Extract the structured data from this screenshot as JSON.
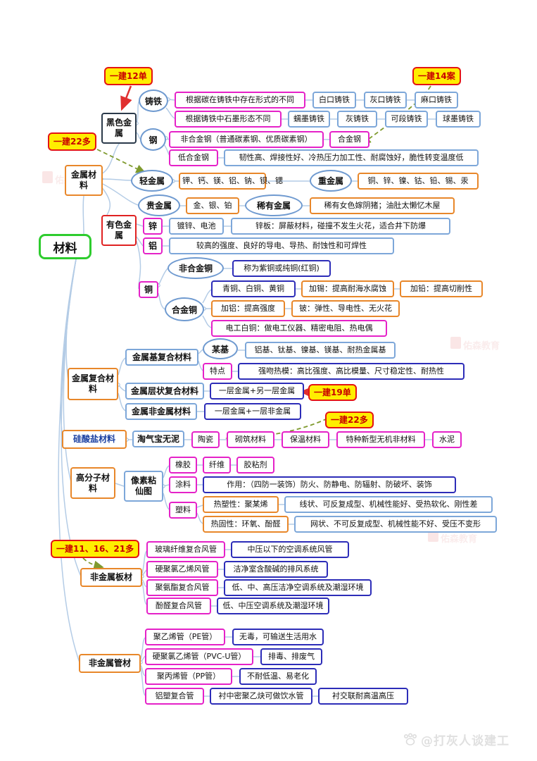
{
  "colors": {
    "magenta": "#e522c8",
    "blue_box": "#7da7d9",
    "dark_blue": "#2d2db8",
    "orange": "#e8872a",
    "callout_yellow": "#ffee00",
    "callout_red": "#e41414",
    "central_green": "#2ecc2e",
    "nonferrous_red": "#e02222",
    "dashed_olive": "#7f9a2e"
  },
  "watermark": {
    "handle": "@打灰人谈建工",
    "stamp": "佑森教育",
    "paw_icon": "paw-icon"
  },
  "n": {
    "central": "材料",
    "callout_12": "一建12单",
    "callout_14": "一建14案",
    "callout_22_top": "一建22多",
    "callout_19": "一建19单",
    "callout_22_mid": "一建22多",
    "callout_11_16_21": "一建11、16、21多",
    "black_metal": "黑色金属",
    "cast_iron": "铸铁",
    "ci_rule1": "根据碳在铸铁中存在形式的不同",
    "ci_white": "白口铸铁",
    "ci_gray_mouth": "灰口铸铁",
    "ci_ma": "麻口铸铁",
    "ci_rule2": "根据铸铁中石墨形态不同",
    "ci_ru": "蠕墨铸铁",
    "ci_gray": "灰铸铁",
    "ci_keduan": "可段铸铁",
    "ci_qiu": "球墨铸铁",
    "steel": "钢",
    "steel_non_alloy": "非合金钢（普通碳素钢、优质碳素钢）",
    "steel_alloy": "合金钢",
    "steel_low_alloy": "低合金钢",
    "steel_low_alloy_props": "韧性高、焊接性好、冷热压力加工性、耐腐蚀好，脆性转变温度低",
    "metal_material": "金属材料",
    "light_metal": "轻金属",
    "light_metal_items": "钾、钙、镁、铝、钠、钡、锶",
    "heavy_metal": "重金属",
    "heavy_metal_items": "铜、锌、镍、钴、铅、锡、汞",
    "precious_metal": "贵金属",
    "precious_items": "金、银、铂",
    "rare_metal": "稀有金属",
    "rare_mnemonic": "稀有女色嫁阴猪；油肚太懒忆木屋",
    "nonferrous": "有色金属",
    "zinc": "锌",
    "zinc_use": "镀锌、电池",
    "zinc_plate": "锌板：屏蔽材料，碰撞不发生火花，适合井下防爆",
    "aluminum": "铝",
    "aluminum_props": "较高的强度、良好的导电、导热、耐蚀性和可焊性",
    "copper": "铜",
    "copper_non_alloy": "非合金铜",
    "copper_pure": "称为紫铜或纯铜(红铜)",
    "copper_alloy": "合金铜",
    "copper_types": "青铜、白铜、黄铜",
    "add_tin": "加锡：提高耐海水腐蚀",
    "add_lead": "加铅：提高切削性",
    "add_al": "加铝：提高强度",
    "add_be": "铍：弹性、导电性、无火花",
    "copper_electric": "电工白铜：做电工仪器、精密电阻、热电偶",
    "metal_composite": "金属复合材料",
    "mmc": "金属基复合材料",
    "mmc_base": "某基",
    "mmc_bases": "铝基、钛基、镍基、镁基、耐热金属基",
    "mmc_feature": "特点",
    "mmc_feature_text": "强吻热模：高比强度、高比模量、尺寸稳定性、耐热性",
    "layered": "金属层状复合材料",
    "layered_def": "一层金属+另一层金属",
    "metal_nonmetal": "金属非金属材料",
    "metal_nonmetal_def": "一层金属+一层非金属",
    "silicate": "硅酸盐材料",
    "silicate_mnemonic": "淘气宝无泥",
    "ceramic": "陶瓷",
    "masonry": "砌筑材料",
    "insulation": "保温材料",
    "special_inorganic": "特种新型无机非材料",
    "cement": "水泥",
    "polymer": "高分子材料",
    "polymer_mnemonic": "像素粘仙图",
    "rubber": "橡胶",
    "fiber": "纤维",
    "adhesive": "胶粘剂",
    "coating": "涂料",
    "coating_use": "作用：（四防一装饰）防火、防静电、防辐射、防破坏、装饰",
    "plastic": "塑料",
    "thermoplastic": "热塑性：聚某烯",
    "thermoplastic_props": "线状、可反复成型、机械性能好、受热软化、刚性差",
    "thermoset": "热固性：环氧、酚醛",
    "thermoset_props": "网状、不可反复成型、机械性能不好、受压不变形",
    "nonmetal_sheet": "非金属板材",
    "duct_glass": "玻璃纤维复合风管",
    "duct_glass_use": "中压以下的空调系统风管",
    "duct_pvc": "硬聚氯乙烯风管",
    "duct_pvc_use": "洁净室含酸碱的排风系统",
    "duct_pu": "聚氨酯复合风管",
    "duct_pu_use": "低、中、高压洁净空调系统及潮湿环境",
    "duct_phenolic": "酚醛复合风管",
    "duct_phenolic_use": "低、中压空调系统及潮湿环境",
    "nonmetal_pipe": "非金属管材",
    "pipe_pe": "聚乙烯管（PE管）",
    "pipe_pe_use": "无毒，可输送生活用水",
    "pipe_pvcu": "硬聚氯乙烯管（PVC-U管）",
    "pipe_pvcu_use": "排毒、排废气",
    "pipe_pp": "聚丙烯管（PP管）",
    "pipe_pp_use": "不耐低温、易老化",
    "pipe_alpl": "铝塑复合管",
    "pipe_alpl_use1": "衬中密聚乙炔可做饮水管",
    "pipe_alpl_use2": "衬交联耐高温高压"
  }
}
